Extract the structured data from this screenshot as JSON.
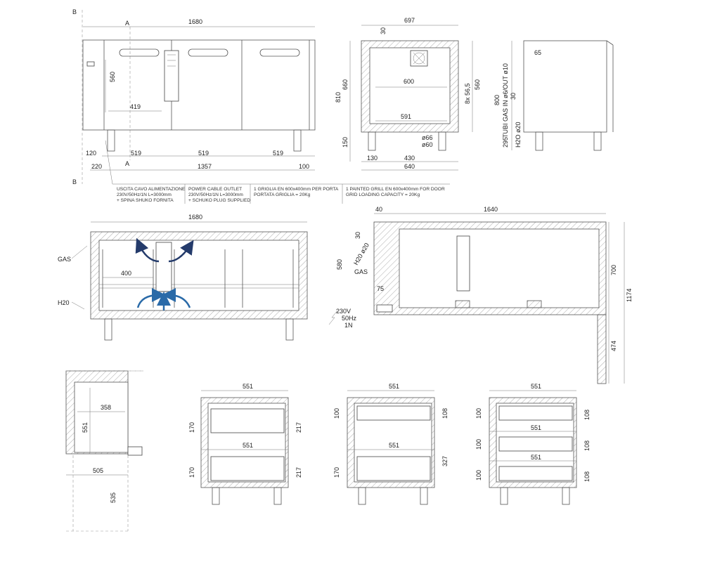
{
  "colors": {
    "line": "#555555",
    "hatch": "#aaaaaa",
    "airflow_in": "#2a6aa8",
    "airflow_out": "#243b6b"
  },
  "front_view": {
    "section_marks": [
      "B",
      "A",
      "A",
      "B"
    ],
    "width": "1680",
    "height_inner": "560",
    "inner_width": "419",
    "compartments": [
      "519",
      "519",
      "519"
    ],
    "leg_offset": "120",
    "left_offset": "220",
    "base_length": "1357",
    "right_offset": "100"
  },
  "side_view": {
    "width": "697",
    "top_gap": "30",
    "height_total": "810",
    "height_inner": "660",
    "shelf_width": "600",
    "tray_depth": "560",
    "guide_pitch": "8x 56,5",
    "inner_depth": "591",
    "leg_height": "150",
    "drain_dia_1": "ø66",
    "drain_dia_2": "ø60",
    "foot_offset": "130",
    "foot_span": "430",
    "base_depth": "640"
  },
  "right_view": {
    "height": "800",
    "top_dim": "65",
    "gas_label": "TUBI GAS IN ø6/OUT ø10",
    "gap": "30",
    "water_height": "295",
    "water_label": "H2O ø20"
  },
  "notes": [
    {
      "line1": "USCITA CAVO ALIMENTAZIONE",
      "line2": "230V/50Hz/1N L=3000mm",
      "line3": "+ SPINA SHUKO FORNITA"
    },
    {
      "line1": "POWER CABLE OUTLET",
      "line2": "230V/50Hz/1N L=3000mm",
      "line3": "+ SCHUKO PLUG SUPPLIED"
    },
    {
      "line1": "1 GRIGLIA EN 600x400mm PER PORTA",
      "line2": "PORTATA GRIGLIA = 20Kg",
      "line3": ""
    },
    {
      "line1": "1 PAINTED GRILL EN 600x400mm FOR DOOR",
      "line2": "GRID LOADING CAPACITY = 20Kg",
      "line3": ""
    }
  ],
  "plan_view": {
    "width": "1680",
    "shelf_width": "400",
    "gas_label": "GAS",
    "water_label": "H20"
  },
  "section_view": {
    "left_wall": "40",
    "length": "1640",
    "gap": "30",
    "water_label": "H20 ø20",
    "height_580": "580",
    "gas_label": "GAS",
    "base_75": "75",
    "height_700": "700",
    "total_1174": "1174",
    "height_474": "474",
    "power_label_1": "230V",
    "power_label_2": "50Hz",
    "power_label_3": "1N"
  },
  "drawer_views": {
    "door_view": {
      "width": "358",
      "height": "551",
      "base": "505",
      "leg": "535"
    },
    "two_drawers": {
      "width_top": "551",
      "width_bottom": "551",
      "h_top": "170",
      "h_bottom": "170",
      "d_top": "217",
      "d_bottom": "217"
    },
    "mixed": {
      "width_top": "551",
      "width_bottom": "551",
      "h_top": "100",
      "h_bottom": "170",
      "d_top": "108",
      "d_bottom": "327"
    },
    "three_drawers": {
      "width_1": "551",
      "width_2": "551",
      "width_3": "551",
      "h_1": "100",
      "h_2": "100",
      "h_3": "100",
      "d_1": "108",
      "d_2": "108",
      "d_3": "108"
    }
  }
}
